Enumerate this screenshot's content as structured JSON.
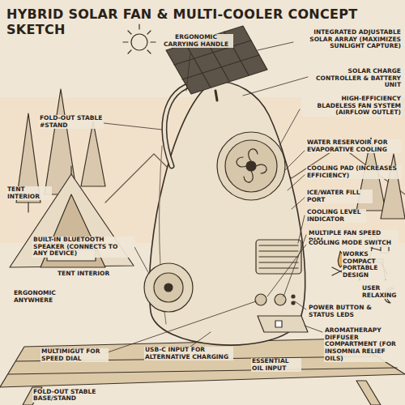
{
  "diagram": {
    "title": "HYBRID SOLAR FAN & MULTI-COOLER CONCEPT SKETCH",
    "labels": [
      "ERGONOMIC CARRYING HANDLE",
      "INTEGRATED ADJUSTABLE SOLAR ARRAY (MAXIMIZES SUNLIGHT CAPTURE)",
      "FOLD-OUT STABLE #STAND",
      "SOLAR CHARGE CONTROLLER & BATTERY UNIT",
      "HIGH-EFFICIENCY BLADELESS FAN SYSTEM (AIRFLOW OUTLET)",
      "TENT INTERIOR",
      "WATER RESERVOIR FOR EVAPORATIVE COOLING",
      "COOLING PAD (INCREASES EFFICIENCY)",
      "ICE/WATER FILL PORT",
      "COOLING LEVEL INDICATOR",
      "TENT INTERIOR",
      "USER RELAXING",
      "MULTIPLE FAN SPEED DIAL",
      "COOLING MODE SWITCH",
      "BUILT-IN BLUETOOTH SPEAKER (CONNECTS TO ANY DEVICE)",
      "WORKS COMPACT PORTABLE DESIGN",
      "ERGONOMIC ANYWHERE",
      "POWER BUTTON & STATUS LEDS",
      "MULTIMIGUT FOR SPEED DIAL",
      "USB-C INPUT FOR ALTERNATIVE CHARGING",
      "ESSENTIAL OIL INPUT",
      "AROMATHERAPY DIFFUSER COMPARTMENT (FOR INSOMNIA RELIEF OILS)",
      "FOLD-OUT STABLE BASE/STAND"
    ]
  }
}
